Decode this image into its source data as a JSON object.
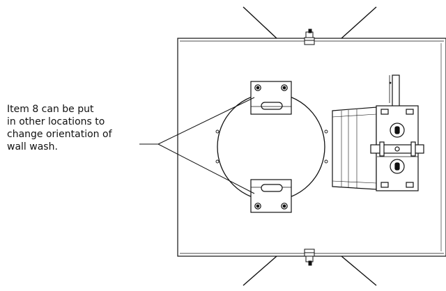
{
  "callout": {
    "lines": [
      "Item 8 can be put",
      "in other locations to",
      "change orientation of",
      "wall wash."
    ]
  },
  "colors": {
    "ink": "#111111",
    "paper": "#ffffff"
  }
}
